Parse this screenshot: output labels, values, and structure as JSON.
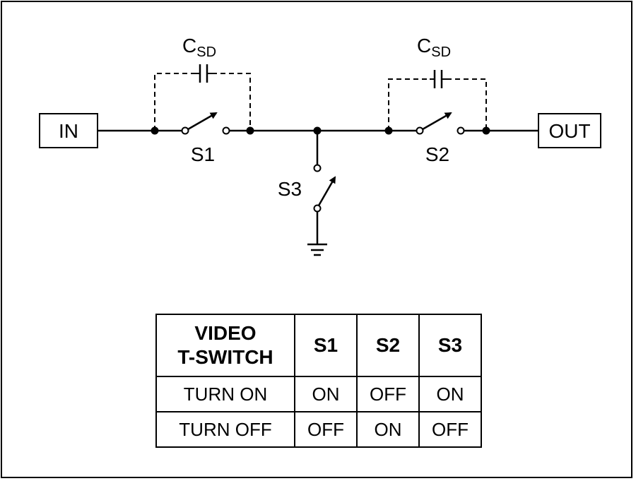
{
  "diagram": {
    "in_label": "IN",
    "out_label": "OUT",
    "cap_label_main": "C",
    "cap_label_sub": "SD",
    "switch_labels": [
      "S1",
      "S2",
      "S3"
    ]
  },
  "table": {
    "header": {
      "corner_line1": "VIDEO",
      "corner_line2": "T-SWITCH",
      "cols": [
        "S1",
        "S2",
        "S3"
      ]
    },
    "rows": [
      {
        "label": "TURN ON",
        "values": [
          "ON",
          "OFF",
          "ON"
        ]
      },
      {
        "label": "TURN OFF",
        "values": [
          "OFF",
          "ON",
          "OFF"
        ]
      }
    ]
  }
}
